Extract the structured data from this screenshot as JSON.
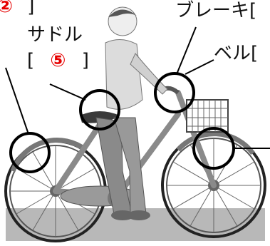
{
  "labels": {
    "top_left_number": "②",
    "top_left_bracket": "]",
    "saddle_label": "サドル",
    "saddle_bracket_open": "[",
    "saddle_number": "⑤",
    "saddle_bracket_close": "]",
    "brake_label": "ブレーキ[",
    "bell_label": "ベル["
  },
  "colors": {
    "marker_red": "#e60000",
    "callout_black": "#000000"
  }
}
